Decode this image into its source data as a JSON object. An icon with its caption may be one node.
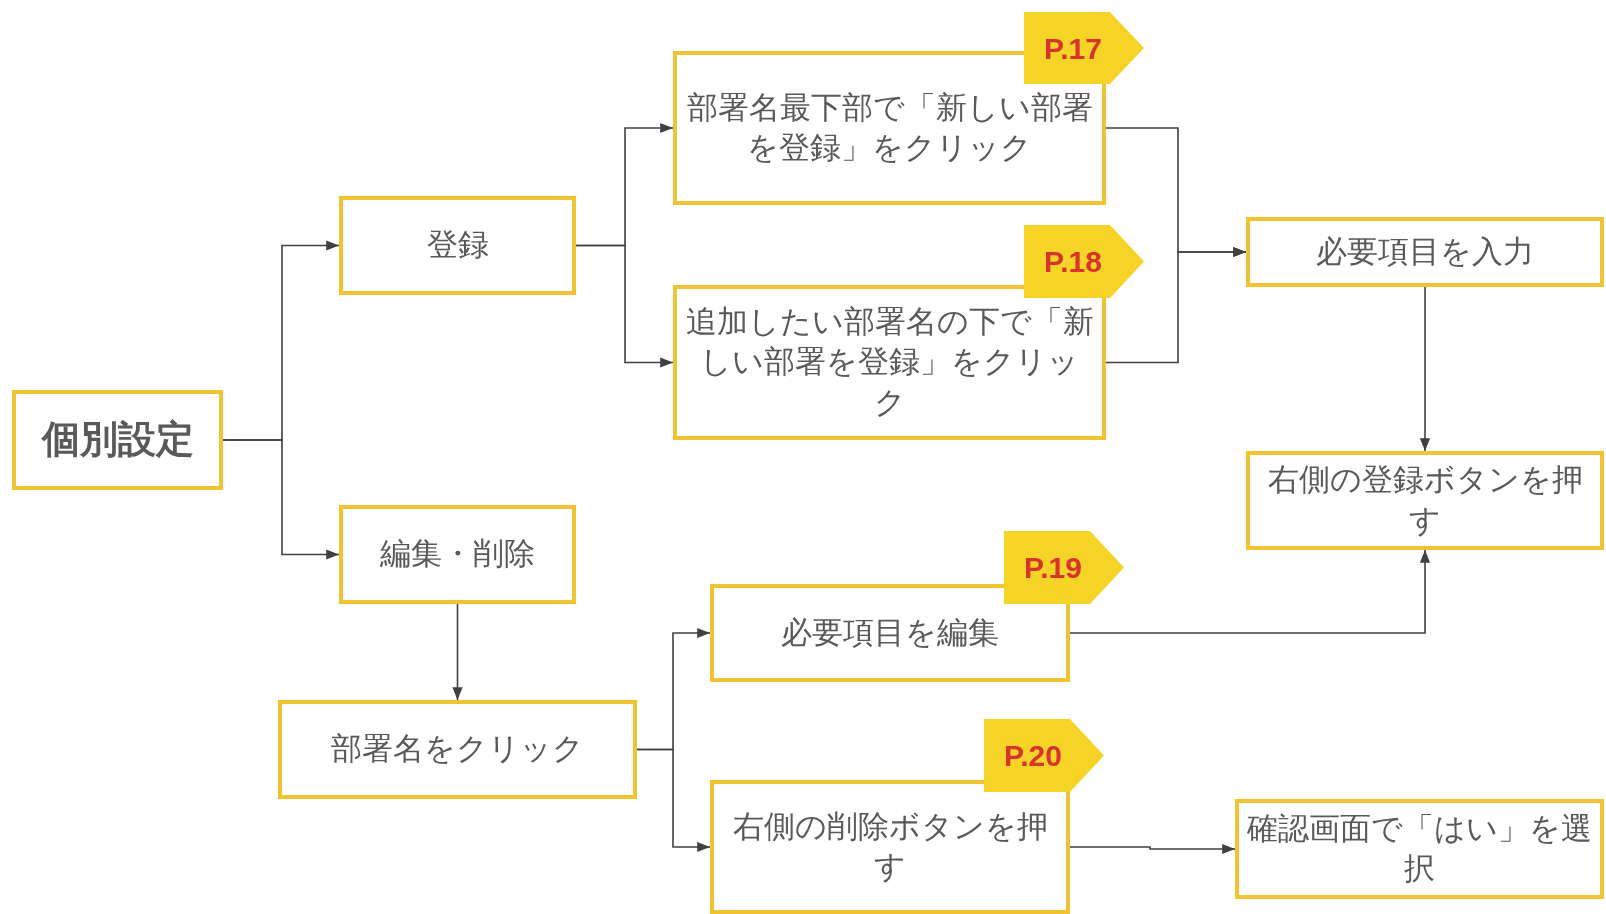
{
  "diagram": {
    "nodes": [
      {
        "text": [
          "個別設定"
        ]
      },
      {
        "text": [
          "登録"
        ]
      },
      {
        "text": [
          "編集・削除"
        ]
      },
      {
        "text": [
          "部署名最下部で「新しい部署を登録」をクリック"
        ]
      },
      {
        "text": [
          "P.17"
        ]
      },
      {
        "text": [
          "追加したい部署名の下で「新しい部署を登録」をクリック"
        ]
      },
      {
        "text": [
          "P.18"
        ]
      },
      {
        "text": [
          "必要項目を入力"
        ]
      },
      {
        "text": [
          "右側の登録ボタンを押す"
        ]
      },
      {
        "text": [
          "部署名をクリック"
        ]
      },
      {
        "text": [
          "必要項目を編集"
        ]
      },
      {
        "text": [
          "P.19"
        ]
      },
      {
        "text": [
          "右側の削除ボタンを押す"
        ]
      },
      {
        "text": [
          "P.20"
        ]
      },
      {
        "text": [
          "確認画面で「はい」を選択"
        ]
      }
    ],
    "edges": [
      {
        "from": 0,
        "to": 1,
        "arrow": "to"
      },
      {
        "from": 0,
        "to": 2,
        "arrow": "to"
      },
      {
        "from": 1,
        "to": 3,
        "arrow": "to"
      },
      {
        "from": 1,
        "to": 5,
        "arrow": "to"
      },
      {
        "from": 3,
        "to": 7,
        "arrow": "to"
      },
      {
        "from": 5,
        "to": 7,
        "arrow": "to"
      },
      {
        "from": 7,
        "to": 8,
        "arrow": "to"
      },
      {
        "from": 2,
        "to": 9,
        "arrow": "to"
      },
      {
        "from": 9,
        "to": 10,
        "arrow": "to"
      },
      {
        "from": 9,
        "to": 12,
        "arrow": "to"
      },
      {
        "from": 10,
        "to": 8,
        "arrow": "to"
      },
      {
        "from": 12,
        "to": 14,
        "arrow": "to"
      }
    ]
  }
}
